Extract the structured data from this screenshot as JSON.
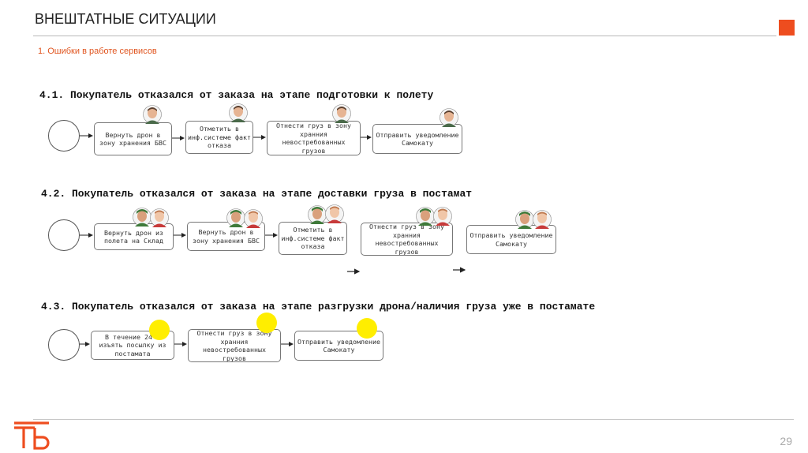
{
  "header": {
    "title": "ВНЕШТАТНЫЕ СИТУАЦИИ",
    "subtitle": "1. Ошибки в работе сервисов"
  },
  "sections": [
    {
      "heading": "4.1. Покупатель отказался от заказа на этапе подготовки к полету",
      "steps": [
        "Вернуть дрон в зону хранения БВС",
        "Отметить в инф.системе факт отказа",
        "Отнести груз в зону хранния невостребованных грузов",
        "Отправить уведомление Самокату"
      ]
    },
    {
      "heading": "4.2. Покупатель отказался от заказа на этапе доставки груза в постамат",
      "steps": [
        "Вернуть дрон из полета на Склад",
        "Вернуть дрон в зону хранения БВС",
        "Отметить в инф.системе факт отказа",
        "Отнести груз в зону хранния невостребованных грузов",
        "Отправить уведомление Самокату"
      ]
    },
    {
      "heading": "4.3. Покупатель отказался от заказа на этапе разгрузки дрона/наличия груза уже в постамате",
      "steps": [
        "В течение 24 ч изъять посылку из постамата",
        "Отнести груз в зону хранния невостребованных грузов",
        "Отправить уведомление Самокату"
      ]
    }
  ],
  "footer": {
    "page_number": "29"
  },
  "colors": {
    "accent": "#ee4d1f",
    "highlight": "#ffee00"
  }
}
